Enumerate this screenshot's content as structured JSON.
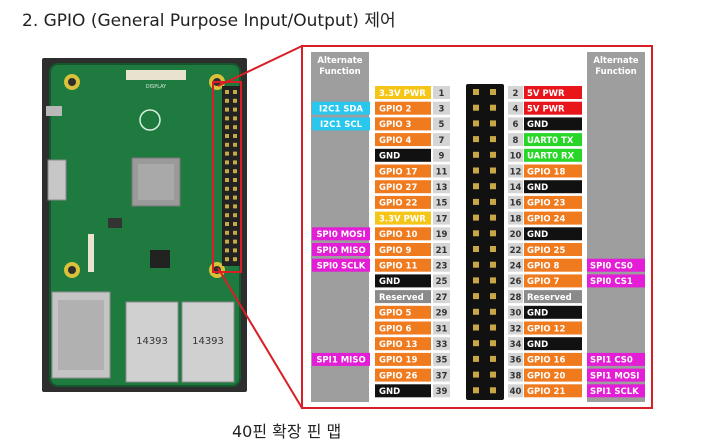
{
  "heading": "2.  GPIO (General Purpose Input/Output) 제어",
  "caption": "40핀 확장 핀 맵",
  "board": {
    "header_text": "DISPLAY",
    "usb_labels": [
      "14393",
      "14393"
    ]
  },
  "alt_header_left": [
    "Alternate",
    "Function"
  ],
  "alt_header_right": [
    "Alternate",
    "Function"
  ],
  "colors": {
    "power33": "#f5c518",
    "power5": "#e8151b",
    "gpio": "#f07a1e",
    "gnd": "#111111",
    "uart": "#27d627",
    "reserved": "#8a8a8a",
    "i2c": "#29c7ee",
    "spi": "#e31ed6",
    "frame": "#d91f26",
    "alt_bg": "#9e9e9e"
  },
  "left_pins": [
    {
      "num": "1",
      "label": "3.3V PWR",
      "type": "power33",
      "alt": ""
    },
    {
      "num": "3",
      "label": "GPIO 2",
      "type": "gpio",
      "alt": "I2C1 SDA",
      "alt_type": "i2c"
    },
    {
      "num": "5",
      "label": "GPIO 3",
      "type": "gpio",
      "alt": "I2C1 SCL",
      "alt_type": "i2c"
    },
    {
      "num": "7",
      "label": "GPIO 4",
      "type": "gpio",
      "alt": ""
    },
    {
      "num": "9",
      "label": "GND",
      "type": "gnd",
      "alt": ""
    },
    {
      "num": "11",
      "label": "GPIO 17",
      "type": "gpio",
      "alt": ""
    },
    {
      "num": "13",
      "label": "GPIO 27",
      "type": "gpio",
      "alt": ""
    },
    {
      "num": "15",
      "label": "GPIO 22",
      "type": "gpio",
      "alt": ""
    },
    {
      "num": "17",
      "label": "3.3V PWR",
      "type": "power33",
      "alt": ""
    },
    {
      "num": "19",
      "label": "GPIO 10",
      "type": "gpio",
      "alt": "SPI0 MOSI",
      "alt_type": "spi"
    },
    {
      "num": "21",
      "label": "GPIO 9",
      "type": "gpio",
      "alt": "SPI0 MISO",
      "alt_type": "spi"
    },
    {
      "num": "23",
      "label": "GPIO 11",
      "type": "gpio",
      "alt": "SPI0 SCLK",
      "alt_type": "spi"
    },
    {
      "num": "25",
      "label": "GND",
      "type": "gnd",
      "alt": ""
    },
    {
      "num": "27",
      "label": "Reserved",
      "type": "reserved",
      "alt": ""
    },
    {
      "num": "29",
      "label": "GPIO 5",
      "type": "gpio",
      "alt": ""
    },
    {
      "num": "31",
      "label": "GPIO 6",
      "type": "gpio",
      "alt": ""
    },
    {
      "num": "33",
      "label": "GPIO 13",
      "type": "gpio",
      "alt": ""
    },
    {
      "num": "35",
      "label": "GPIO 19",
      "type": "gpio",
      "alt": "SPI1 MISO",
      "alt_type": "spi"
    },
    {
      "num": "37",
      "label": "GPIO 26",
      "type": "gpio",
      "alt": ""
    },
    {
      "num": "39",
      "label": "GND",
      "type": "gnd",
      "alt": ""
    }
  ],
  "right_pins": [
    {
      "num": "2",
      "label": "5V PWR",
      "type": "power5",
      "alt": ""
    },
    {
      "num": "4",
      "label": "5V PWR",
      "type": "power5",
      "alt": ""
    },
    {
      "num": "6",
      "label": "GND",
      "type": "gnd",
      "alt": ""
    },
    {
      "num": "8",
      "label": "UART0 TX",
      "type": "uart",
      "alt": ""
    },
    {
      "num": "10",
      "label": "UART0 RX",
      "type": "uart",
      "alt": ""
    },
    {
      "num": "12",
      "label": "GPIO 18",
      "type": "gpio",
      "alt": ""
    },
    {
      "num": "14",
      "label": "GND",
      "type": "gnd",
      "alt": ""
    },
    {
      "num": "16",
      "label": "GPIO 23",
      "type": "gpio",
      "alt": ""
    },
    {
      "num": "18",
      "label": "GPIO 24",
      "type": "gpio",
      "alt": ""
    },
    {
      "num": "20",
      "label": "GND",
      "type": "gnd",
      "alt": ""
    },
    {
      "num": "22",
      "label": "GPIO 25",
      "type": "gpio",
      "alt": ""
    },
    {
      "num": "24",
      "label": "GPIO 8",
      "type": "gpio",
      "alt": "SPI0 CS0",
      "alt_type": "spi"
    },
    {
      "num": "26",
      "label": "GPIO 7",
      "type": "gpio",
      "alt": "SPI0 CS1",
      "alt_type": "spi"
    },
    {
      "num": "28",
      "label": "Reserved",
      "type": "reserved",
      "alt": ""
    },
    {
      "num": "30",
      "label": "GND",
      "type": "gnd",
      "alt": ""
    },
    {
      "num": "32",
      "label": "GPIO 12",
      "type": "gpio",
      "alt": ""
    },
    {
      "num": "34",
      "label": "GND",
      "type": "gnd",
      "alt": ""
    },
    {
      "num": "36",
      "label": "GPIO 16",
      "type": "gpio",
      "alt": "SPI1 CS0",
      "alt_type": "spi"
    },
    {
      "num": "38",
      "label": "GPIO 20",
      "type": "gpio",
      "alt": "SPI1 MOSI",
      "alt_type": "spi"
    },
    {
      "num": "40",
      "label": "GPIO 21",
      "type": "gpio",
      "alt": "SPI1 SCLK",
      "alt_type": "spi"
    }
  ]
}
